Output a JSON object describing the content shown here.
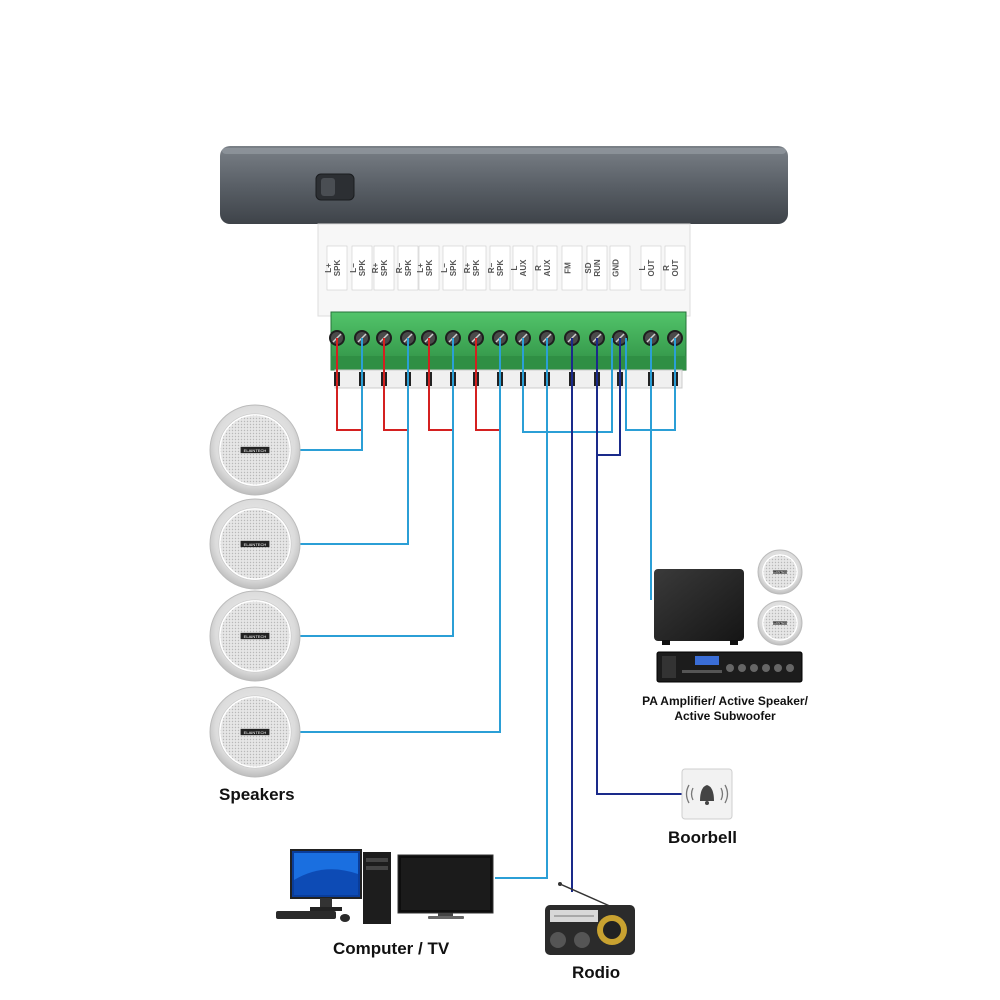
{
  "terminals": [
    "SPK L+",
    "SPK L−",
    "SPK R+",
    "SPK R−",
    "SPK L+",
    "SPK L−",
    "SPK R+",
    "SPK R−",
    "AUX L",
    "AUX R",
    "FM",
    "RUN SD",
    "GND",
    "OUT L",
    "OUT R"
  ],
  "captions": {
    "speakers": "Speakers",
    "pa_line1": "PA Amplifier/ Active Speaker/",
    "pa_line2": "Active Subwoofer",
    "doorbell": "Boorbell",
    "computer_tv": "Computer / TV",
    "radio": "Rodio"
  },
  "brand_badge": "ELAINTECH",
  "colors": {
    "wire_red": "#d42020",
    "wire_blue": "#2b9fd6",
    "wire_navy": "#1a2a8a",
    "terminal_green": "#3aa850",
    "device_gray": "#555b62"
  },
  "icons": {
    "speaker": "ceiling-speaker-icon",
    "subwoofer": "subwoofer-icon",
    "amplifier": "pa-amplifier-icon",
    "doorbell": "doorbell-icon",
    "computer": "desktop-computer-icon",
    "tv": "tv-monitor-icon",
    "radio": "radio-icon"
  }
}
